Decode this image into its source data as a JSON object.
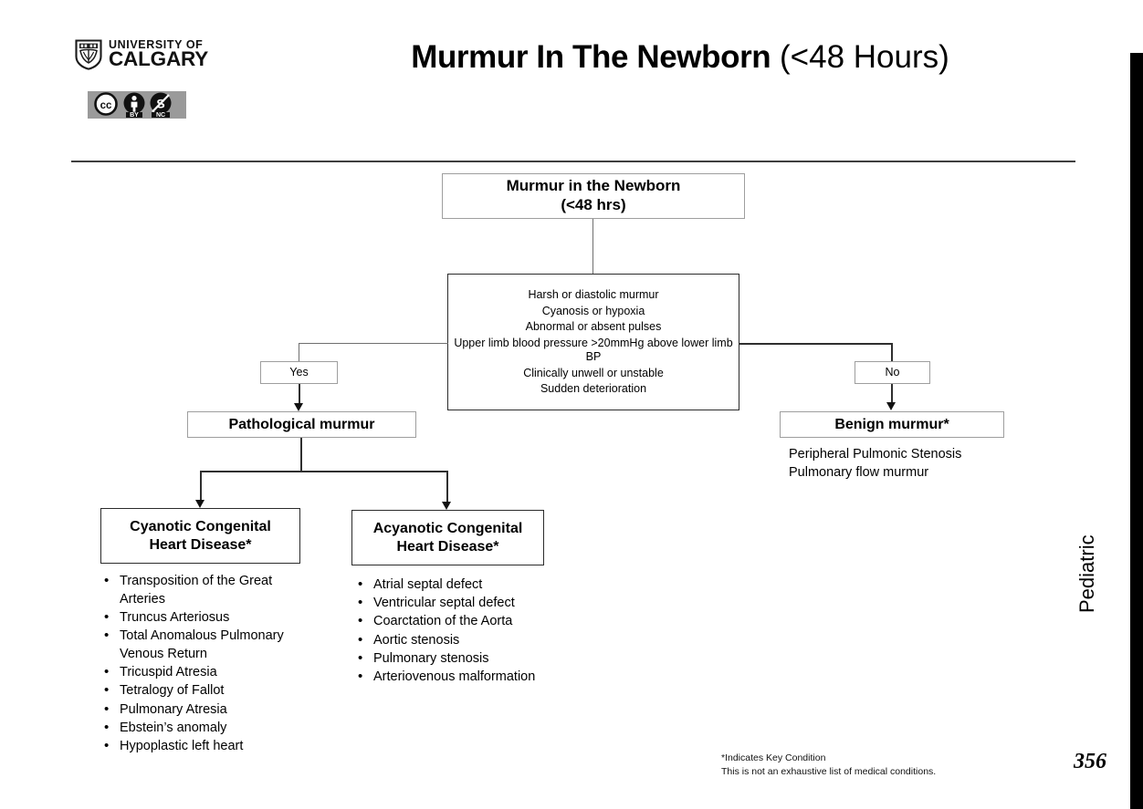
{
  "branding": {
    "university_line1": "UNIVERSITY OF",
    "university_line2": "CALGARY",
    "license": {
      "cc_label": "CC",
      "by_label": "BY",
      "nc_label": "NC"
    }
  },
  "header": {
    "title_bold": "Murmur In The Newborn",
    "title_light": " (<48 Hours)"
  },
  "flowchart": {
    "root": {
      "line1": "Murmur in the Newborn",
      "line2": "(<48 hrs)"
    },
    "criteria": [
      "Harsh or diastolic murmur",
      "Cyanosis or hypoxia",
      "Abnormal or absent pulses",
      "Upper limb blood pressure >20mmHg above lower limb BP",
      "Clinically unwell or unstable",
      "Sudden deterioration"
    ],
    "yes_label": "Yes",
    "no_label": "No",
    "pathological": "Pathological murmur",
    "benign": {
      "title": "Benign murmur*",
      "items": [
        "Peripheral Pulmonic Stenosis",
        "Pulmonary flow murmur"
      ]
    },
    "cyanotic": {
      "title_line1": "Cyanotic Congenital",
      "title_line2": "Heart Disease*",
      "items": [
        "Transposition of the Great Arteries",
        "Truncus Arteriosus",
        "Total Anomalous Pulmonary Venous Return",
        "Tricuspid Atresia",
        "Tetralogy of Fallot",
        "Pulmonary Atresia",
        "Ebstein’s anomaly",
        "Hypoplastic left heart"
      ]
    },
    "acyanotic": {
      "title_line1": "Acyanotic Congenital",
      "title_line2": "Heart Disease*",
      "items": [
        "Atrial septal defect",
        "Ventricular septal defect",
        "Coarctation of the Aorta",
        "Aortic stenosis",
        "Pulmonary stenosis",
        "Arteriovenous malformation"
      ]
    }
  },
  "footnote": {
    "line1": "*Indicates Key Condition",
    "line2": "This is not an exhaustive list of medical conditions."
  },
  "footer": {
    "section_label": "Pediatric",
    "page_number": "356"
  },
  "colors": {
    "accent": "#000000",
    "box_border": "#9e9e9e",
    "box_border_dark": "#2b2b2b",
    "connector": "#6f6f6f",
    "rule": "#3f3f3f",
    "cc_background": "#9a9a9a"
  }
}
